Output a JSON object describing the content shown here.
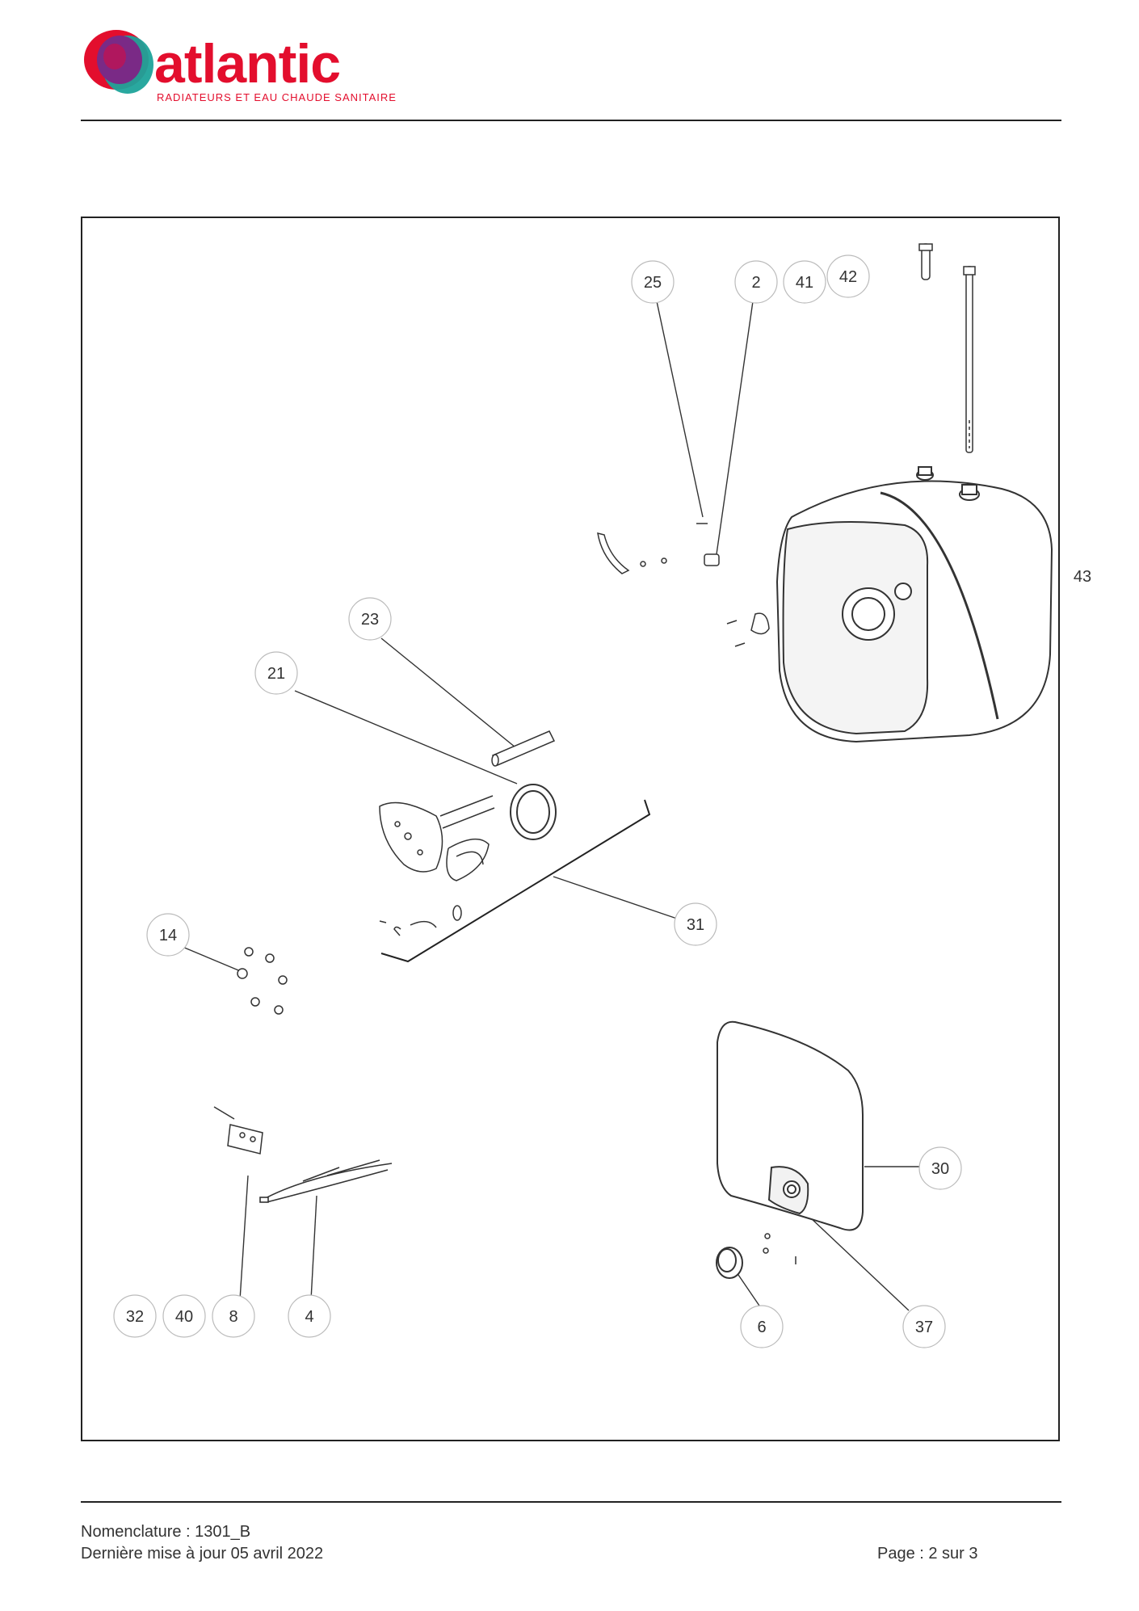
{
  "brand": {
    "name": "atlantic",
    "tagline": "RADIATEURS ET EAU CHAUDE SANITAIRE",
    "colors": {
      "red": "#e30e2d",
      "purple": "#7a2a86",
      "teal": "#1ea39a",
      "text": "#333333"
    }
  },
  "diagram": {
    "callouts": [
      "25",
      "2",
      "41",
      "42",
      "43",
      "23",
      "21",
      "31",
      "14",
      "30",
      "32",
      "40",
      "8",
      "4",
      "6",
      "37"
    ]
  },
  "footer": {
    "nomenclature": "Nomenclature : 1301_B",
    "updated": "Dernière mise à jour 05 avril 2022",
    "page": "Page : 2 sur 3"
  }
}
